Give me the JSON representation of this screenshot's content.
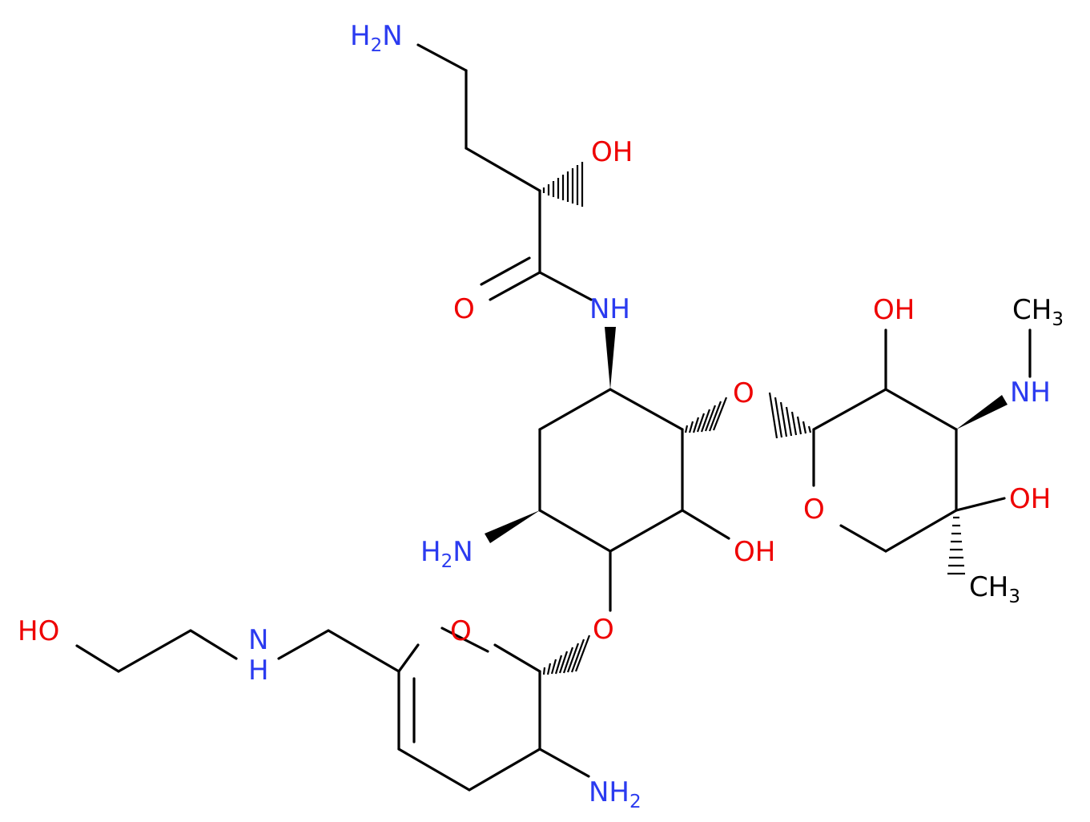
{
  "colors": {
    "bond": "#000000",
    "nitrogen": "#2b3bf0",
    "oxygen": "#ee0000",
    "background": "#ffffff"
  },
  "labels": {
    "amine_top": "H2N",
    "hydroxyl_side_chain": "OH",
    "carbonyl_oxygen": "O",
    "amide_nitrogen": "NH",
    "ring_amine": "H2N",
    "ring_hydroxyl": "OH",
    "glycosidic_oxygen_right": "O",
    "sugar_hydroxyl_top": "OH",
    "methyl_top": "CH3",
    "methylamino_nitrogen": "NH",
    "sugar_hydroxyl_right": "OH",
    "pyran_oxygen_right": "O",
    "methyl_bottom": "CH3",
    "glycosidic_oxygen_left": "O",
    "pyran_oxygen_left": "O",
    "hydroxyethyl_hydroxyl": "HO",
    "secondary_amine": "N",
    "secondary_amine_h": "H",
    "amine_bottom": "NH2"
  }
}
